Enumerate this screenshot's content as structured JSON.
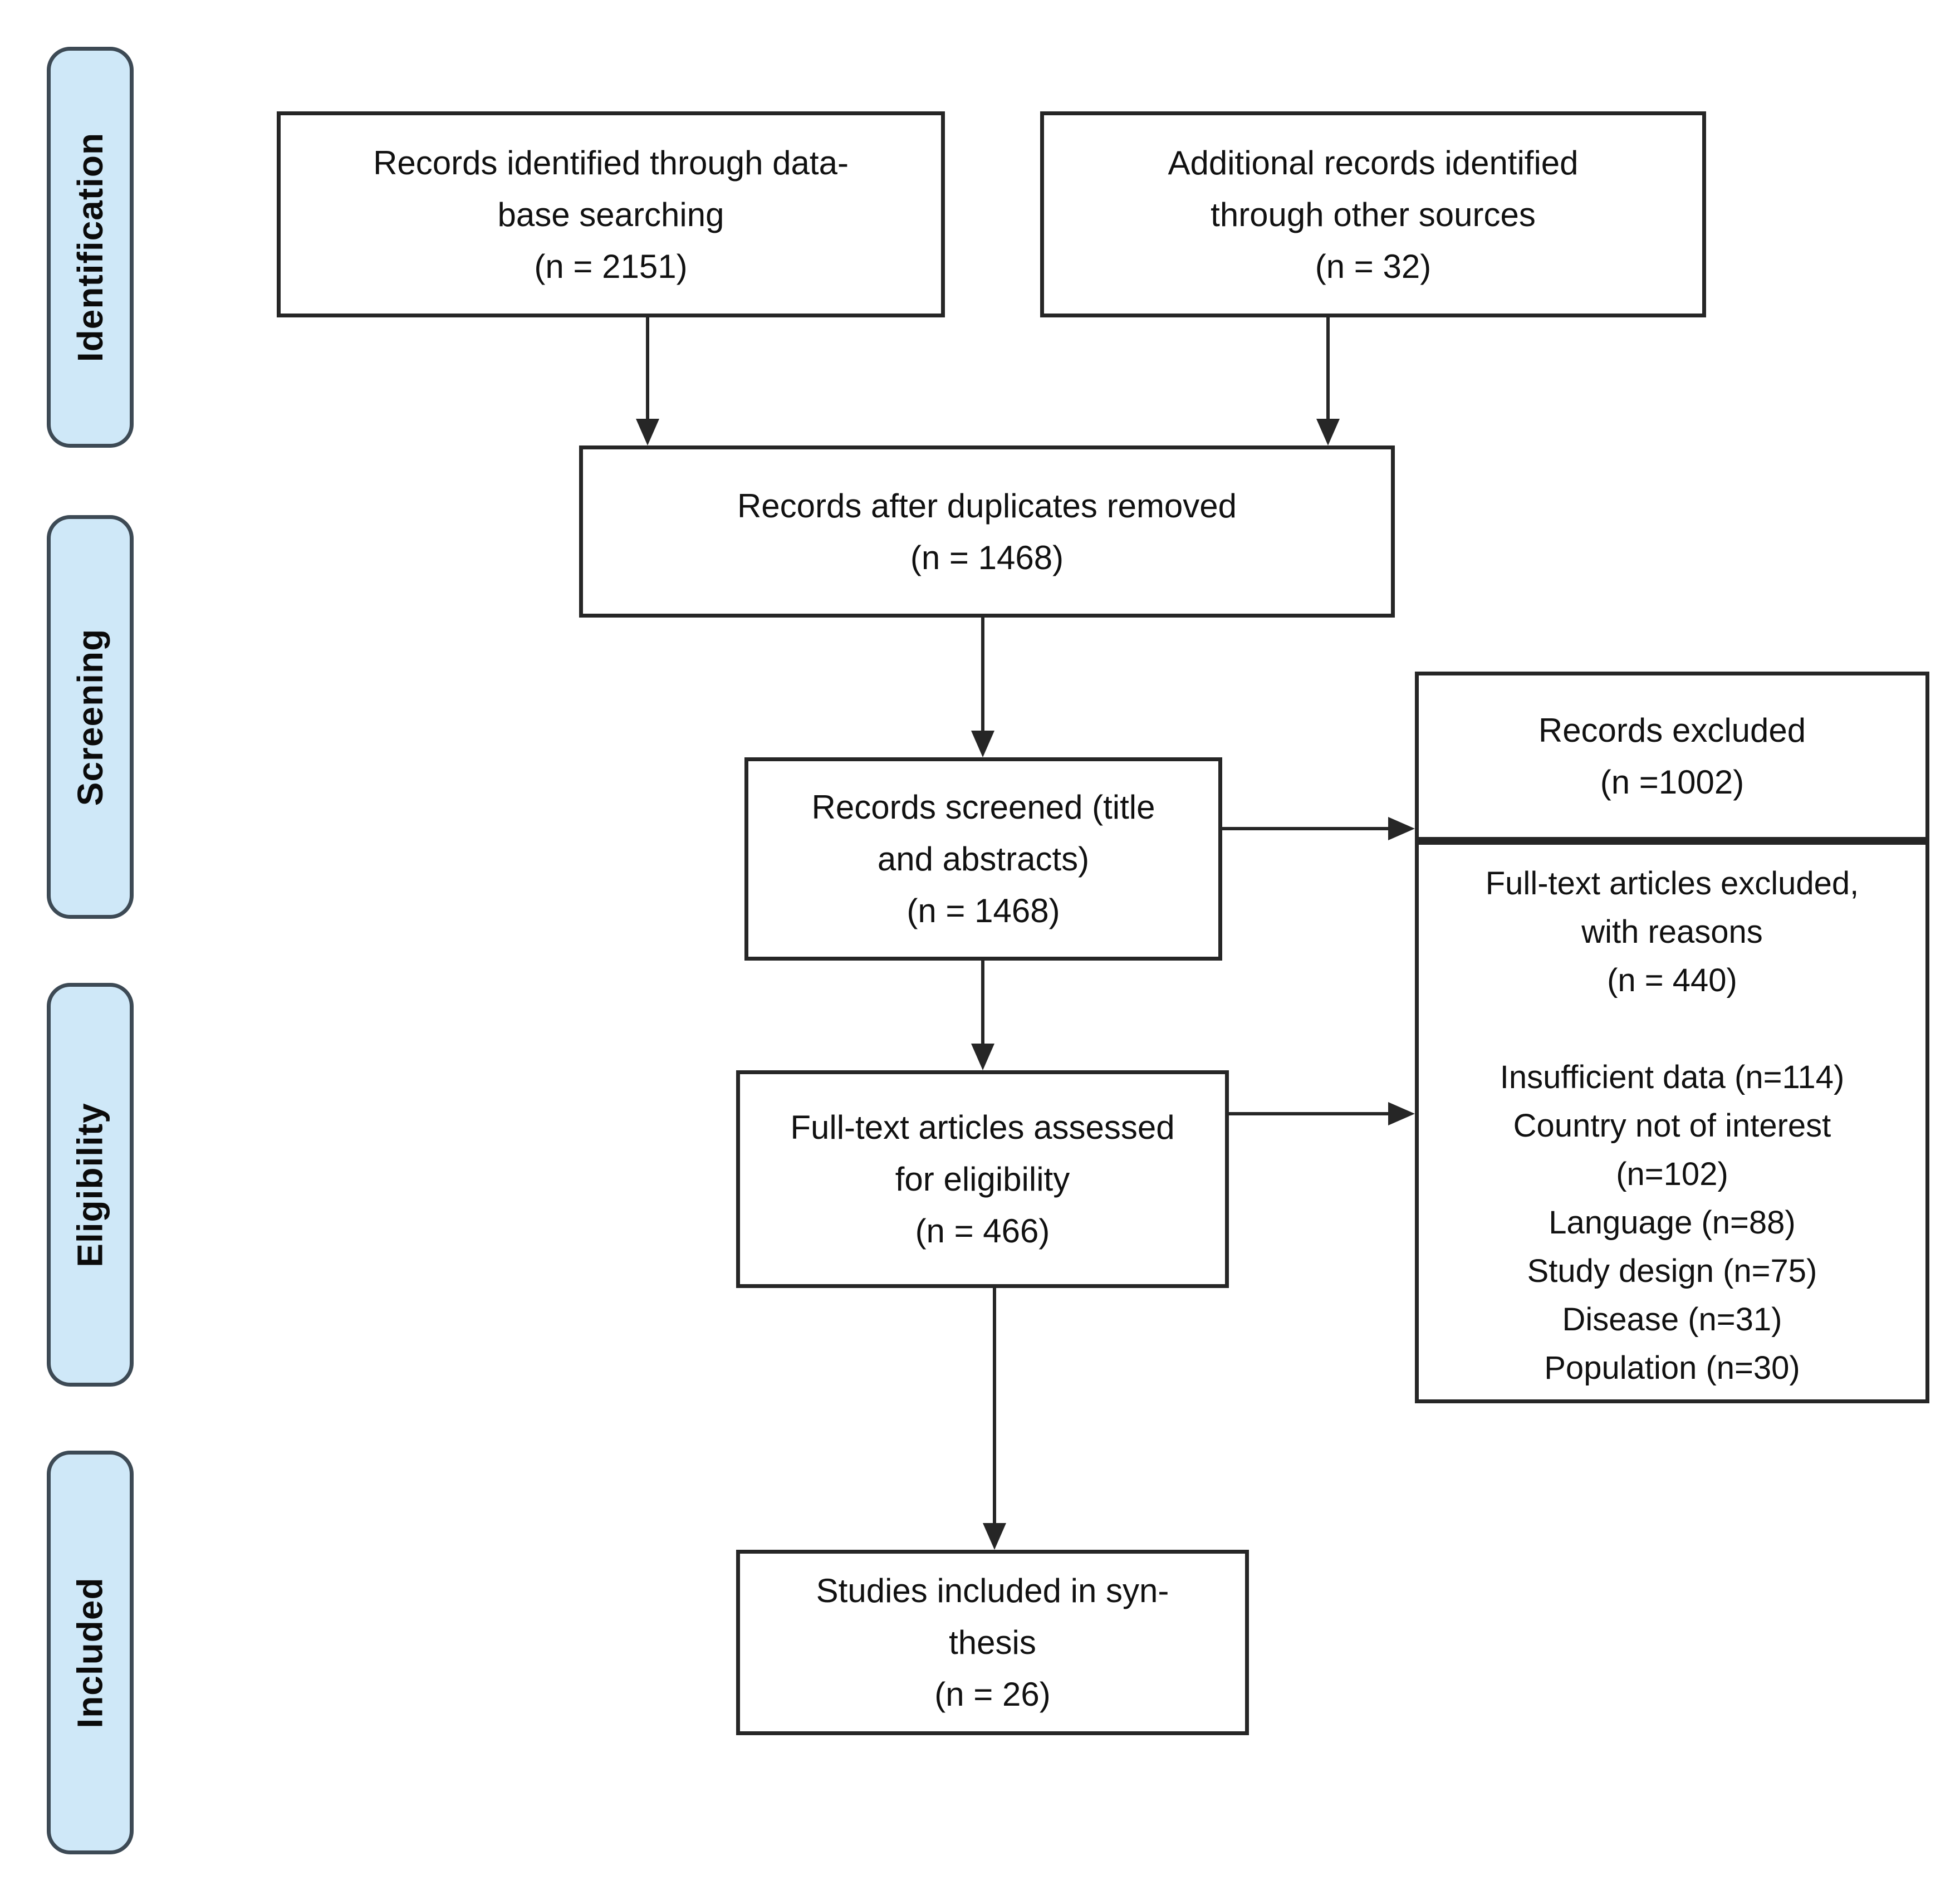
{
  "title": "PRISMA flow diagram",
  "colors": {
    "background": "#ffffff",
    "stage_fill": "#cfe8f8",
    "stage_border": "#3d4a55",
    "box_fill": "#ffffff",
    "box_border": "#262626",
    "arrow": "#262626",
    "text": "#111111"
  },
  "stages": [
    {
      "id": "identification",
      "label": "Identification"
    },
    {
      "id": "screening",
      "label": "Screening"
    },
    {
      "id": "eligibility",
      "label": "Eligibility"
    },
    {
      "id": "included",
      "label": "Included"
    }
  ],
  "boxes": [
    {
      "id": "records-identified-database",
      "text": "Records identified through data-\nbase searching\n(n = 2151)"
    },
    {
      "id": "additional-records-other-sources",
      "text": "Additional records identified\nthrough other sources\n(n = 32)"
    },
    {
      "id": "records-after-duplicates-removed",
      "text": "Records after duplicates removed\n(n = 1468)"
    },
    {
      "id": "records-screened",
      "text": "Records screened (title\nand abstracts)\n(n = 1468)"
    },
    {
      "id": "records-excluded",
      "text": "Records excluded\n(n =1002)"
    },
    {
      "id": "fulltext-articles-excluded",
      "text": "Full-text articles excluded,\nwith reasons\n(n = 440)\n\nInsufficient data (n=114)\nCountry not of interest\n(n=102)\nLanguage (n=88)\nStudy design (n=75)\nDisease (n=31)\nPopulation (n=30)"
    },
    {
      "id": "fulltext-articles-assessed",
      "text": "Full-text articles assessed\nfor eligibility\n(n = 466)"
    },
    {
      "id": "studies-included-synthesis",
      "text": "Studies included in syn-\nthesis\n(n = 26)"
    }
  ]
}
